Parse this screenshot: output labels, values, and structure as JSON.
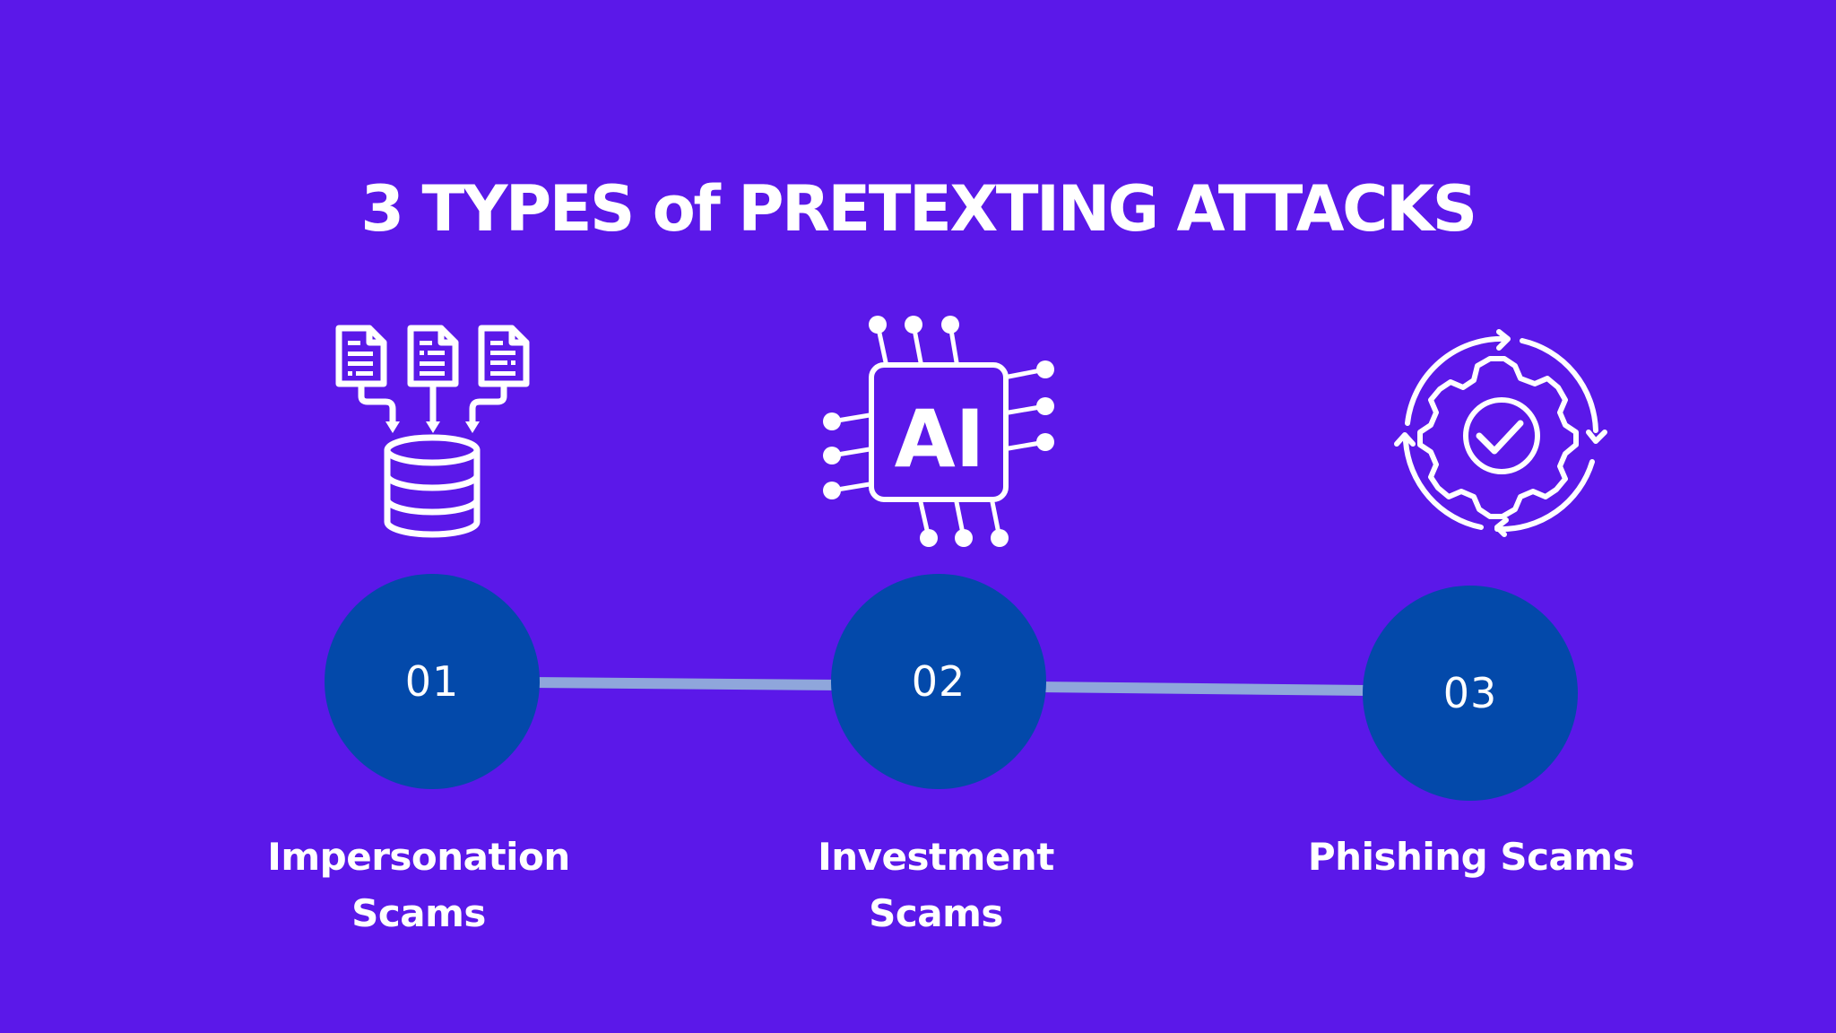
{
  "title": "3 TYPES of PRETEXTING ATTACKS",
  "colors": {
    "background": "#5B18E9",
    "circle": "#0349AA",
    "connector": "#8FA6DB",
    "text": "#FFFFFF"
  },
  "steps": [
    {
      "number": "01",
      "label_line1": "Impersonation",
      "label_line2": "Scams",
      "icon": "documents-to-database-icon"
    },
    {
      "number": "02",
      "label_line1": "Investment",
      "label_line2": "Scams",
      "icon": "ai-chip-icon"
    },
    {
      "number": "03",
      "label_line1": "Phishing Scams",
      "label_line2": "",
      "icon": "gear-check-cycle-icon"
    }
  ]
}
